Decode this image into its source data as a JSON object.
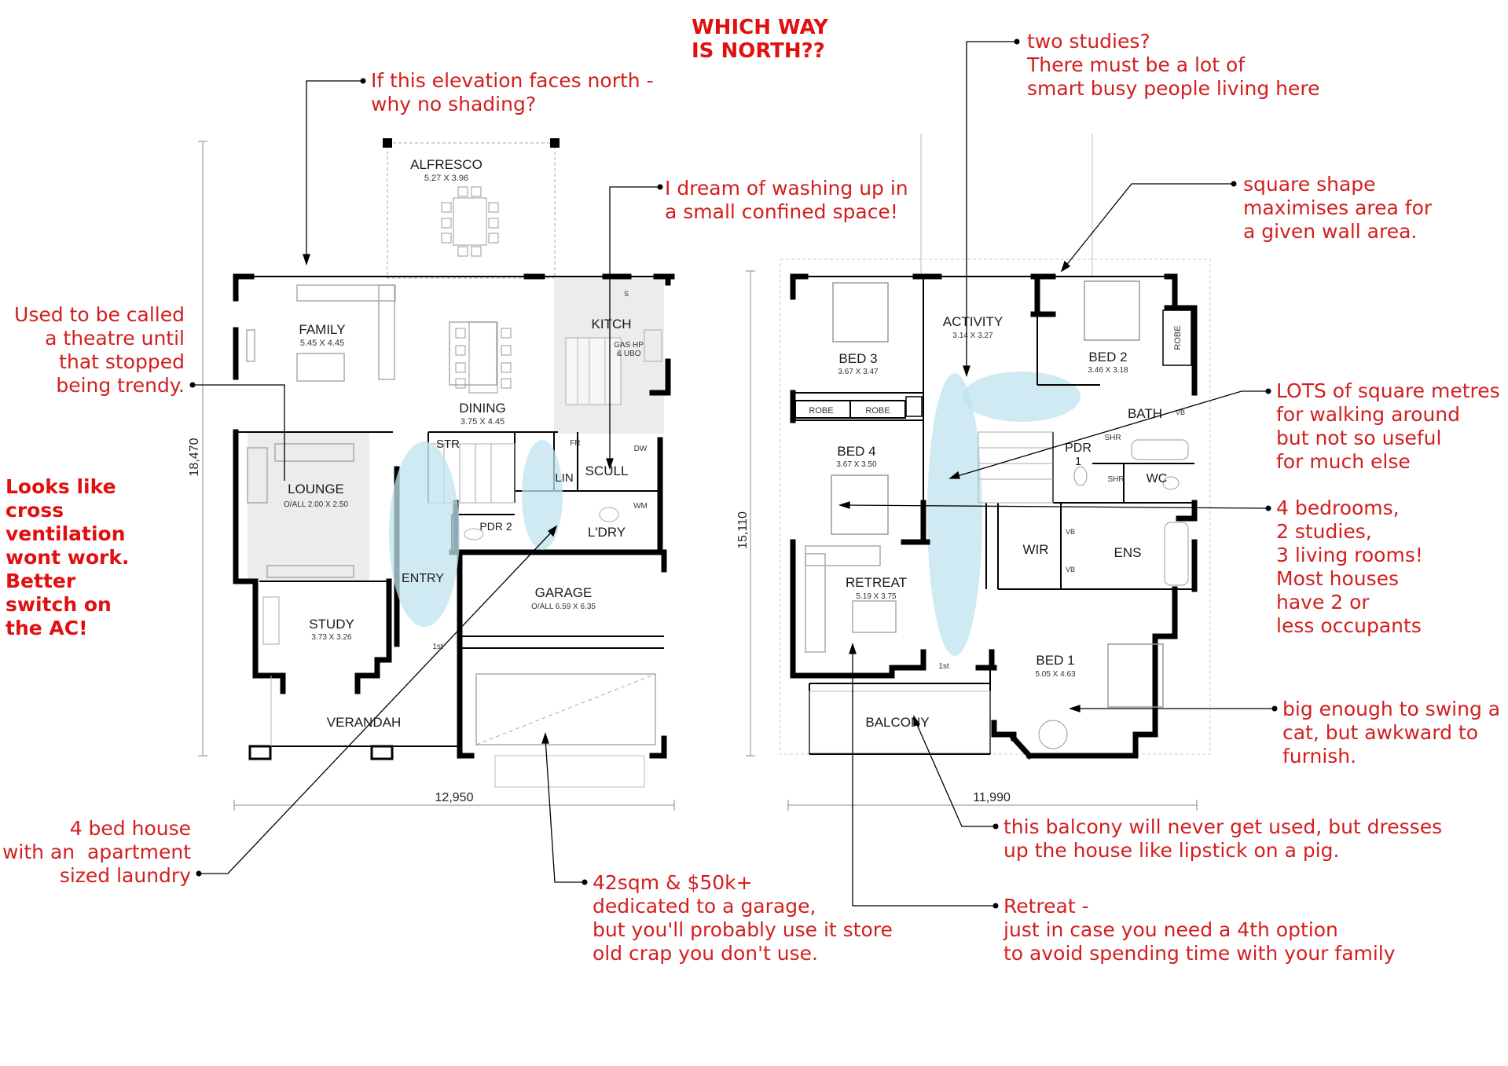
{
  "heading": "WHICH WAY\nIS NORTH??",
  "side_note": "Looks like\ncross\nventilation\nwont work.\nBetter\nswitch on\nthe AC!",
  "annotations": {
    "north_shading": "If this elevation faces north -\nwhy no shading?",
    "theatre": "Used to be called\na theatre until\nthat stopped\nbeing trendy.",
    "washing_up": "I dream of washing up in\na small confined space!",
    "laundry": "4 bed house\nwith an  apartment\nsized laundry",
    "garage": "42sqm & $50k+\ndedicated to a garage,\nbut you'll probably use it store\nold crap you don't use.",
    "studies": "two studies?\nThere must be a lot of\nsmart busy people living here",
    "square": "square shape\nmaximises area for\na given wall area.",
    "square_metres": "LOTS of square metres\nfor walking around\nbut not so useful\nfor much else",
    "bedrooms": "4 bedrooms,\n2 studies,\n3 living rooms!\nMost houses\nhave 2 or\nless occupants",
    "bed1": "big enough to swing a\ncat, but awkward to\nfurnish.",
    "balcony": "this balcony will never get used, but dresses\nup the house like lipstick on a pig.",
    "retreat": "Retreat -\njust in case you need a 4th option\nto avoid spending time with your family"
  },
  "ground_floor": {
    "rooms": {
      "alfresco": "ALFRESCO",
      "alfresco_dim": "5.27 X 3.96",
      "family": "FAMILY",
      "family_dim": "5.45 X 4.45",
      "kitch": "KITCH",
      "gas": "GAS HP",
      "ubo": "& UBO",
      "dining": "DINING",
      "dining_dim": "3.75 X 4.45",
      "str": "STR",
      "lin": "LIN",
      "scull": "SCULL",
      "fr": "FR",
      "dw": "DW",
      "wm": "WM",
      "s": "S",
      "lounge": "LOUNGE",
      "lounge_dim": "O/ALL  2.00 X 2.50",
      "pdr2": "PDR 2",
      "ldry": "L'DRY",
      "entry": "ENTRY",
      "garage": "GARAGE",
      "garage_dim": "O/ALL  6.59 X 6.35",
      "study": "STUDY",
      "study_dim": "3.73 X 3.26",
      "first": "1st",
      "verandah": "VERANDAH"
    },
    "width_dim": "12,950",
    "depth_dim": "18,470"
  },
  "upper_floor": {
    "rooms": {
      "bed3": "BED 3",
      "bed3_dim": "3.67 X 3.47",
      "activity": "ACTIVITY",
      "activity_dim": "3.14 X 3.27",
      "bed2": "BED 2",
      "bed2_dim": "3.46 X 3.18",
      "robe": "ROBE",
      "bath": "BATH",
      "vb": "VB",
      "shr": "SHR",
      "bed4": "BED 4",
      "bed4_dim": "3.67 X 3.50",
      "pdr1a": "PDR",
      "pdr1b": "1",
      "wc": "WC",
      "wir": "WIR",
      "ens": "ENS",
      "retreat": "RETREAT",
      "retreat_dim": "5.19 X 3.75",
      "bed1": "BED 1",
      "bed1_dim": "5.05 X 4.63",
      "first": "1st",
      "balcony": "BALCONY"
    },
    "width_dim": "11,990",
    "depth_dim": "15,110"
  },
  "colors": {
    "annotation": "#d21f1f",
    "wall": "#000000",
    "highlight": "#bfe3ee",
    "tile": "#eaeaea"
  }
}
